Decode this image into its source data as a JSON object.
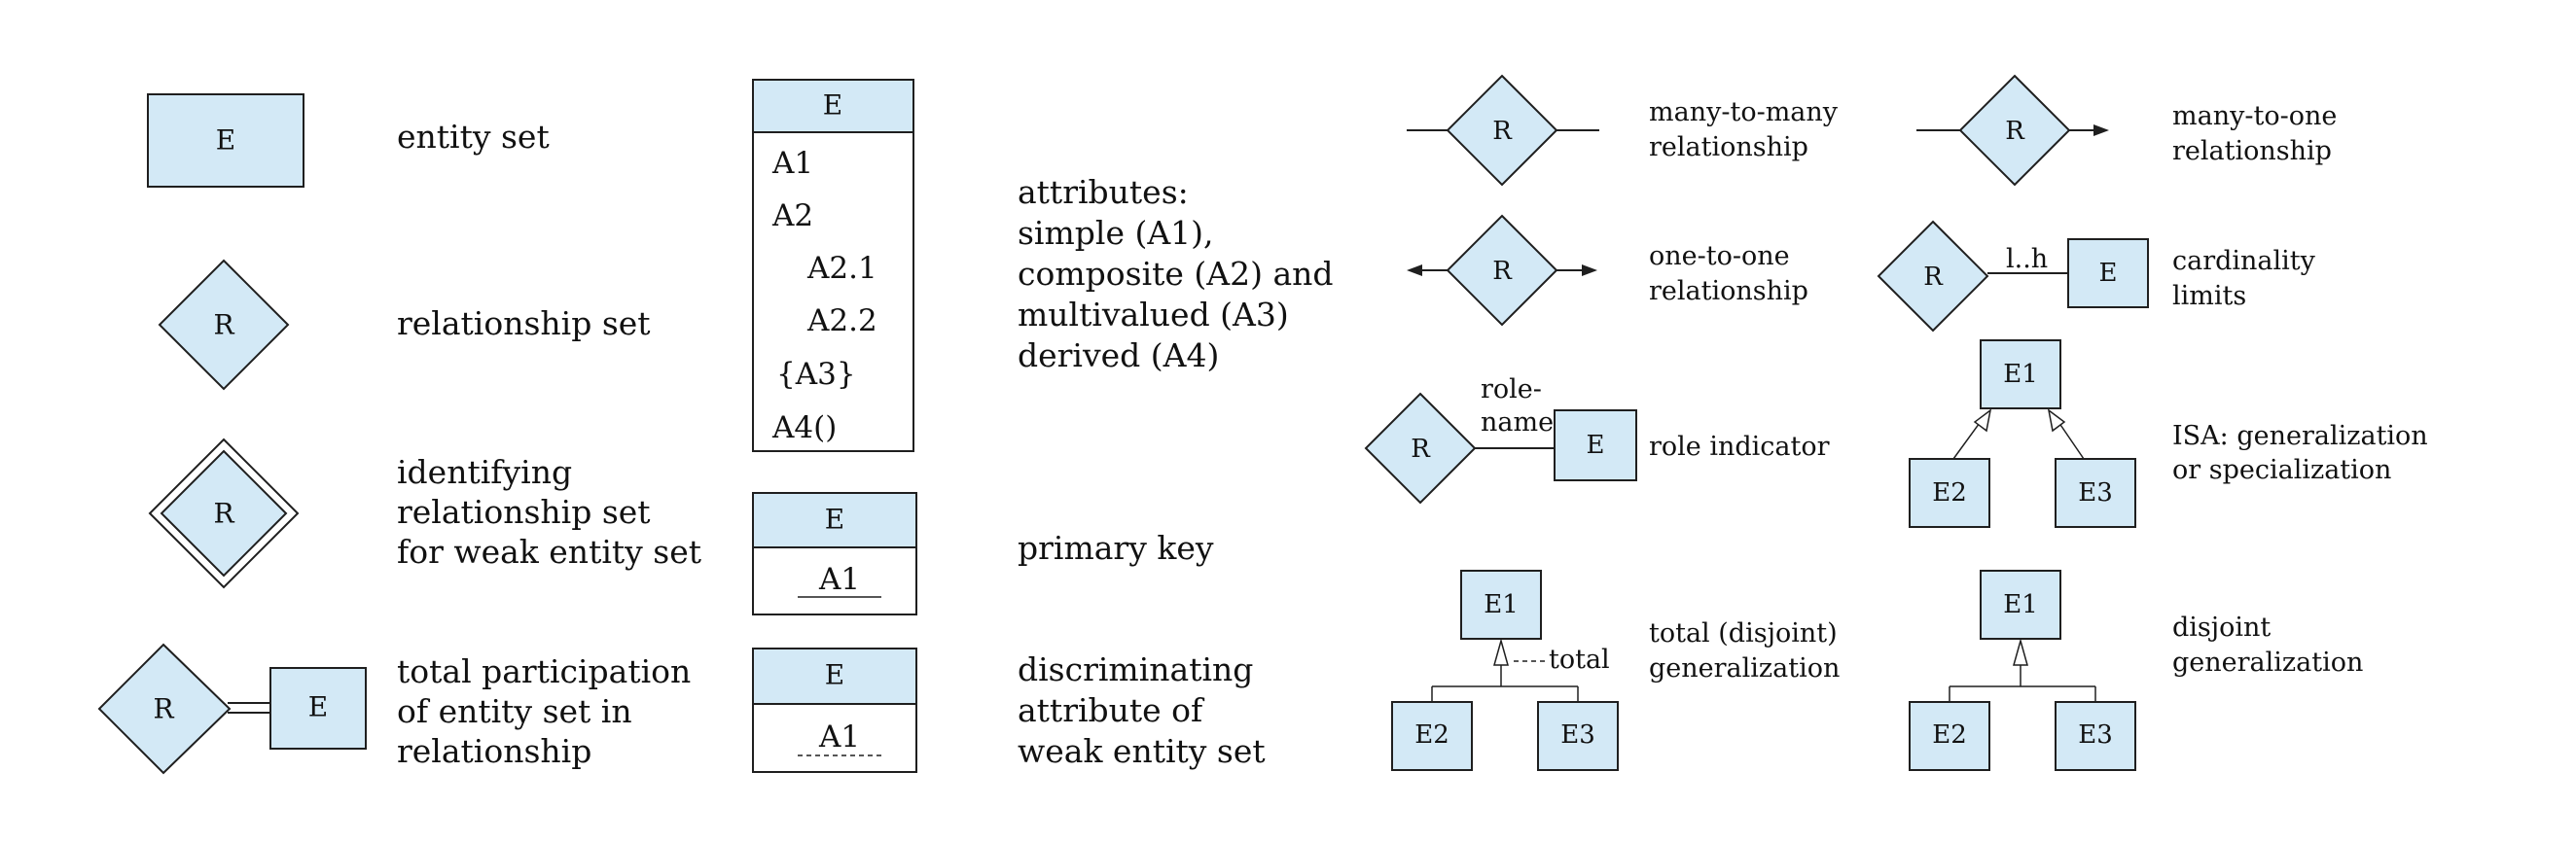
{
  "symbols": {
    "entity": "E",
    "relationship": "R",
    "attributes": [
      "A1",
      "A2",
      "A2.1",
      "A2.2",
      "{A3}",
      "A4()"
    ],
    "key_attribute": "A1",
    "entity1": "E1",
    "entity2": "E2",
    "entity3": "E3",
    "cardinality": "l..h",
    "role_line1": "role-",
    "role_line2": "name",
    "total_tag": "total"
  },
  "labels": {
    "entity_set": "entity set",
    "relationship_set": "relationship set",
    "identifying": [
      "identifying",
      "relationship set",
      "for weak entity set"
    ],
    "total_participation": [
      "total participation",
      "of entity set in",
      "relationship"
    ],
    "attributes": [
      "attributes:",
      "simple (A1),",
      "composite (A2) and",
      "multivalued (A3)",
      "derived (A4)"
    ],
    "primary_key": "primary key",
    "discriminating": [
      "discriminating",
      "attribute of",
      "weak entity set"
    ],
    "many_to_many": [
      "many-to-many",
      "relationship"
    ],
    "one_to_one": [
      "one-to-one",
      "relationship"
    ],
    "role_indicator": "role indicator",
    "total_disjoint": [
      "total (disjoint)",
      "generalization"
    ],
    "many_to_one": [
      "many-to-one",
      "relationship"
    ],
    "cardinality_limits": [
      "cardinality",
      "limits"
    ],
    "isa": [
      "ISA: generalization",
      "or specialization"
    ],
    "disjoint": [
      "disjoint",
      "generalization"
    ]
  }
}
